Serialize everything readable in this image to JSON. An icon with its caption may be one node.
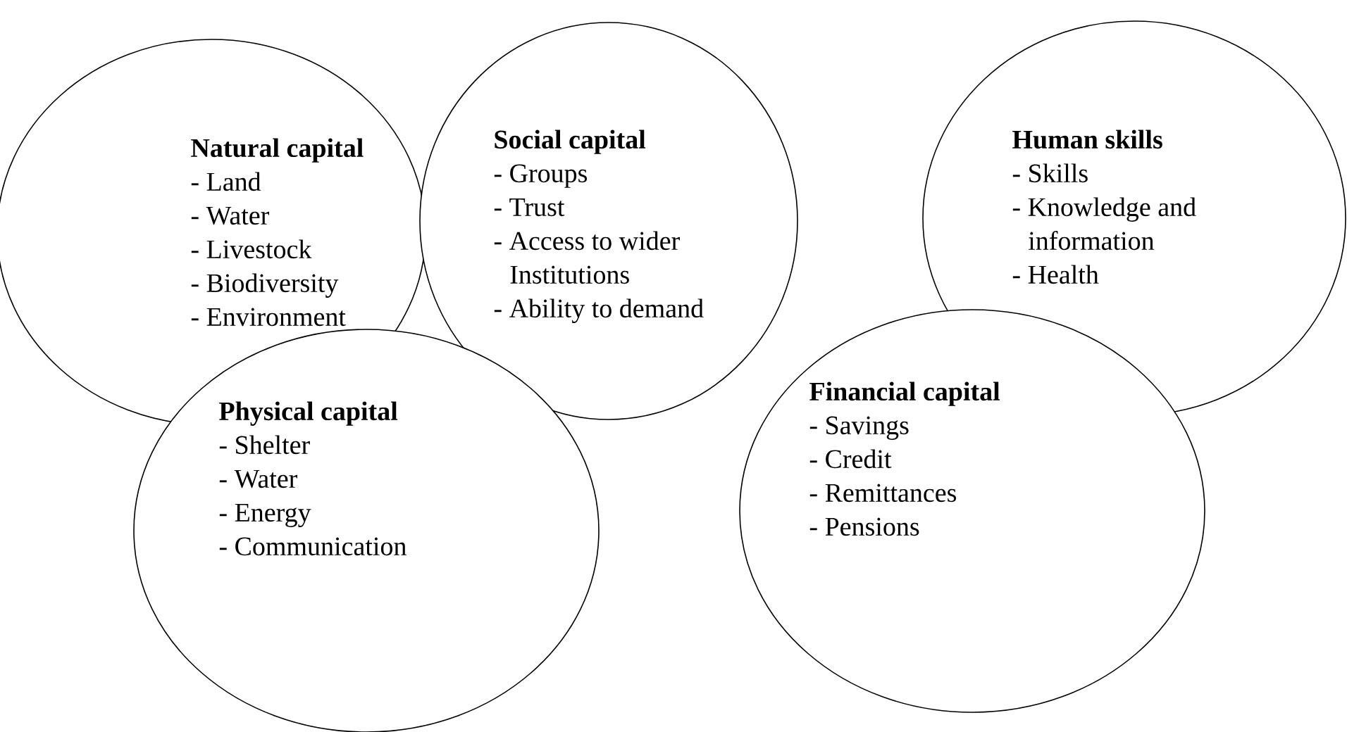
{
  "diagram": {
    "nodes": [
      {
        "text": [
          "Natural capital",
          "- Land",
          "- Water",
          "- Livestock",
          "- Biodiversity",
          "- Environment"
        ]
      },
      {
        "text": [
          "Social capital",
          "- Groups",
          "- Trust",
          "- Access to wider Institutions",
          "- Ability to demand"
        ]
      },
      {
        "text": [
          "Human skills",
          "- Skills",
          "- Knowledge and information",
          "- Health"
        ]
      },
      {
        "text": [
          "Physical capital",
          "- Shelter",
          "- Water",
          "- Energy",
          "- Communication"
        ]
      },
      {
        "text": [
          "Financial capital",
          "- Savings",
          "- Credit",
          "- Remittances",
          "- Pensions"
        ]
      }
    ]
  }
}
